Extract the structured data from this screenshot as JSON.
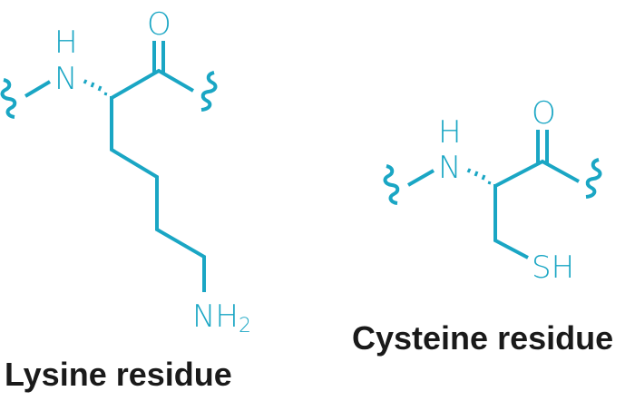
{
  "colors": {
    "structure": "#1aa6c4",
    "label": "#1a1a1a",
    "background": "#ffffff"
  },
  "molecules": [
    {
      "name": "Lysine residue",
      "atoms": {
        "amide_N": "N",
        "amide_H": "H",
        "carbonyl_O": "O",
        "amine": "NH",
        "amine_sub": "2"
      }
    },
    {
      "name": "Cysteine residue",
      "atoms": {
        "amide_N": "N",
        "amide_H": "H",
        "carbonyl_O": "O",
        "thiol": "SH"
      }
    }
  ]
}
